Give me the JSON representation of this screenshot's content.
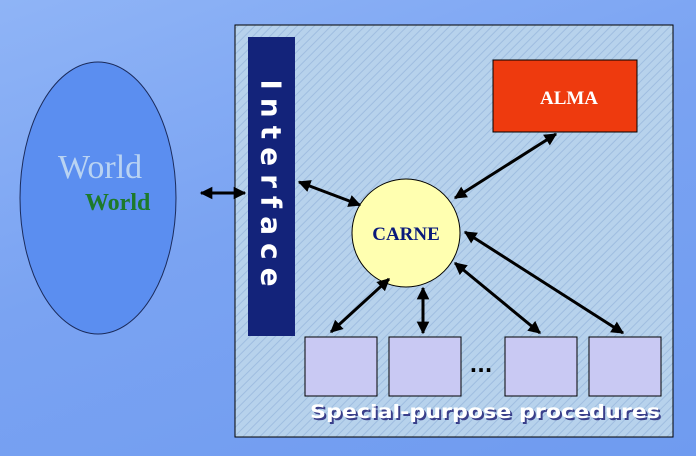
{
  "world": {
    "label_back": "World",
    "label_front": "World"
  },
  "interface_label": "Interface",
  "carne_label": "CARNE",
  "alma_label": "ALMA",
  "ellipsis": "...",
  "procedures_label": "Special-purpose procedures",
  "colors": {
    "world_fill": "#5b8ef0",
    "world_text_back": "#b9d3f2",
    "world_text_front": "#1d7a2a",
    "panel_fill": "#b5d0ea",
    "interface_fill": "#13237a",
    "carne_fill": "#ffffb0",
    "carne_text": "#0a1a7a",
    "alma_fill": "#ee3a0e",
    "procedure_box_fill": "#c9c9f3",
    "arrow": "#000000"
  }
}
